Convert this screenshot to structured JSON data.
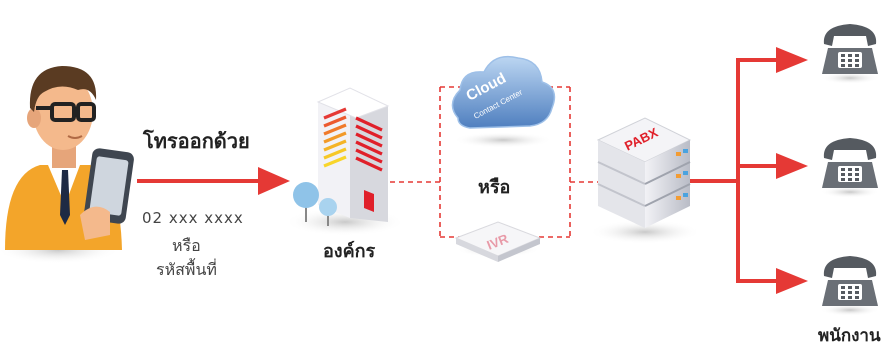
{
  "caller": {
    "action_label": "โทรออกด้วย",
    "number_format": "02 xxx xxxx",
    "or_label": "หรือ",
    "area_code_label": "รหัสพื้นที่"
  },
  "organization": {
    "label": "องค์กร"
  },
  "middle": {
    "or_label": "หรือ",
    "cloud_text_1": "Cloud",
    "cloud_text_2": "Contact Center",
    "ivr_text": "IVR"
  },
  "pabx": {
    "text": "PABX"
  },
  "employees": {
    "label": "พนักงาน"
  },
  "colors": {
    "arrow": "#e53935",
    "skin": "#f4b98c",
    "shirt": "#f3a52a",
    "building": "#e8e8ee",
    "cloud": "#7fa9d9",
    "server": "#dcdce2",
    "phone": "#555a60"
  }
}
